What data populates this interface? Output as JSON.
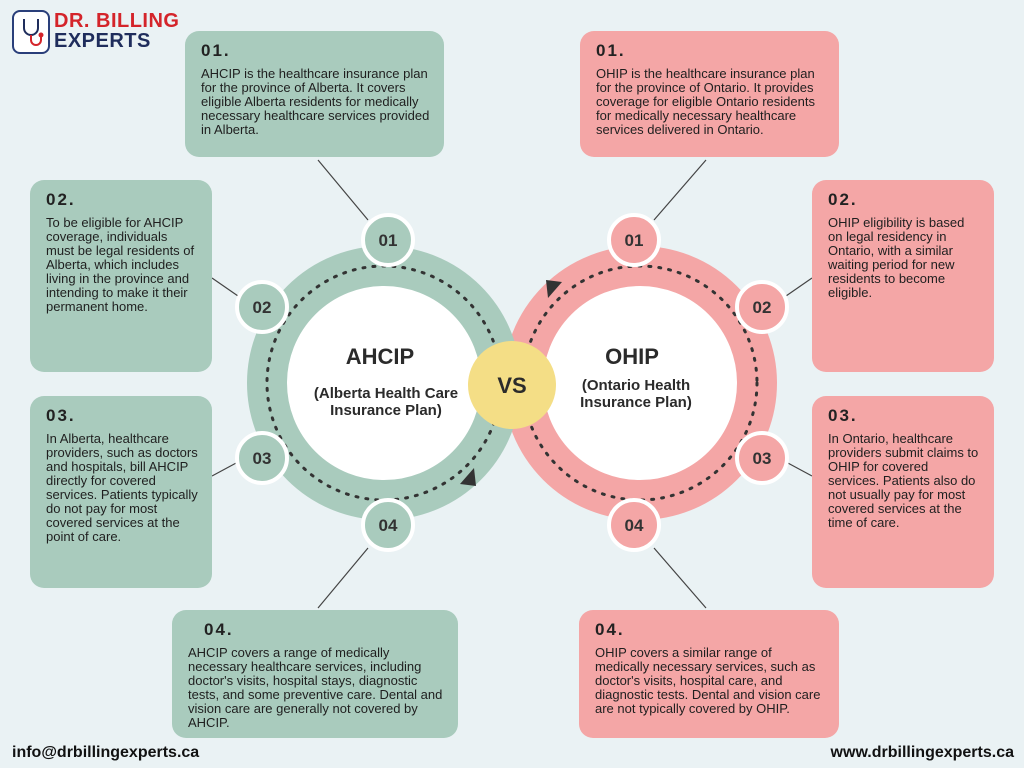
{
  "brand": {
    "line1": "DR. BILLING",
    "line2": "EXPERTS"
  },
  "colors": {
    "green": "#a9cbbd",
    "pink": "#f4a6a6",
    "vs": "#f4de86",
    "bg": "#eaf2f4"
  },
  "left": {
    "title": "AHCIP",
    "subtitle": "(Alberta Health Care\nInsurance Plan)",
    "markers": [
      "01",
      "02",
      "03",
      "04"
    ],
    "cards": [
      {
        "num": "01.",
        "text": "AHCIP is the healthcare insurance plan for the province of Alberta. It covers eligible Alberta residents for medically necessary healthcare services provided in Alberta."
      },
      {
        "num": "02.",
        "text": "To be eligible for AHCIP coverage, individuals must be legal residents of Alberta, which includes living in the province and intending to make it their permanent home."
      },
      {
        "num": "03.",
        "text": " In Alberta, healthcare providers, such as doctors and hospitals, bill AHCIP directly for covered services. Patients typically do not pay for most covered services at the point of care."
      },
      {
        "num": "04.",
        "text": "AHCIP covers a range of medically necessary healthcare services, including doctor's visits, hospital stays, diagnostic tests, and some preventive care. Dental and vision care are generally not covered by AHCIP."
      }
    ]
  },
  "right": {
    "title": "OHIP",
    "subtitle": "(Ontario Health\nInsurance Plan)",
    "markers": [
      "01",
      "02",
      "03",
      "04"
    ],
    "cards": [
      {
        "num": "01.",
        "text": "OHIP is the healthcare insurance plan for the province of Ontario. It provides coverage for eligible Ontario residents for medically necessary healthcare services delivered in Ontario."
      },
      {
        "num": "02.",
        "text": "OHIP eligibility is based on legal residency in Ontario, with a similar waiting period for new residents to become eligible."
      },
      {
        "num": "03.",
        "text": " In Ontario, healthcare providers submit claims to OHIP for covered services. Patients also do not usually pay for most covered services at the time of care."
      },
      {
        "num": "04.",
        "text": "OHIP covers a similar range of medically necessary services, such as doctor's visits, hospital care, and diagnostic tests. Dental and vision care are not typically covered by OHIP."
      }
    ]
  },
  "vs": "VS",
  "footer": {
    "email": "info@drbillingexperts.ca",
    "website": "www.drbillingexperts.ca"
  }
}
